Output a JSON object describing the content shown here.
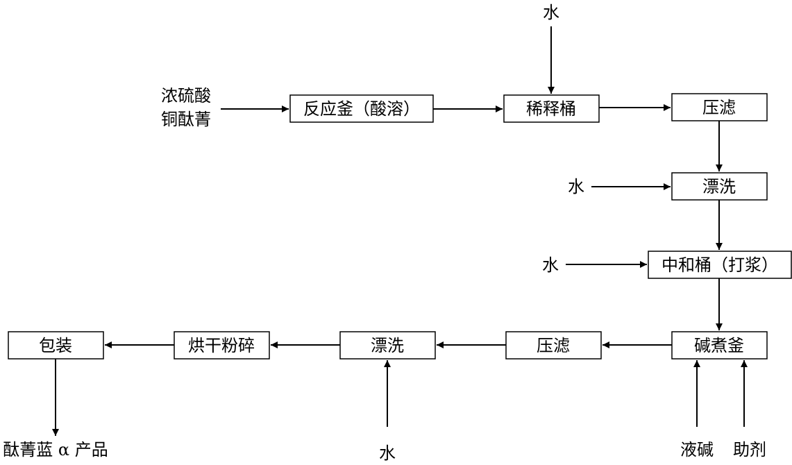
{
  "boxes": {
    "reactor": "反应釜（酸溶）",
    "dilution": "稀释桶",
    "filter1": "压滤",
    "rinse1": "漂洗",
    "neutralize": "中和桶（打浆）",
    "boil": "碱煮釜",
    "filter2": "压滤",
    "rinse2": "漂洗",
    "dry": "烘干粉碎",
    "pack": "包装"
  },
  "inputs": {
    "acid": "浓硫酸",
    "cupc": "铜酞菁",
    "water_top": "水",
    "water_rinse1": "水",
    "water_neutralize": "水",
    "water_rinse2": "水",
    "lye": "液碱",
    "additive": "助剂"
  },
  "output": "酞菁蓝 α 产品"
}
